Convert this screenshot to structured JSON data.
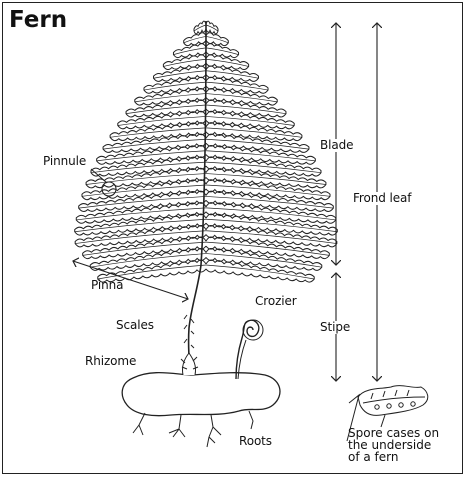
{
  "title": "Fern",
  "labels": {
    "pinnule": "Pinnule",
    "pinna": "Pinna",
    "scales": "Scales",
    "rhizome": "Rhizome",
    "roots": "Roots",
    "crozier": "Crozier",
    "blade": "Blade",
    "frond_leaf": "Frond leaf",
    "stipe": "Stipe",
    "spore_cases": [
      "Spore cases on",
      "the underside",
      "of a fern"
    ]
  },
  "colors": {
    "ink": "#222222",
    "background": "#ffffff"
  }
}
